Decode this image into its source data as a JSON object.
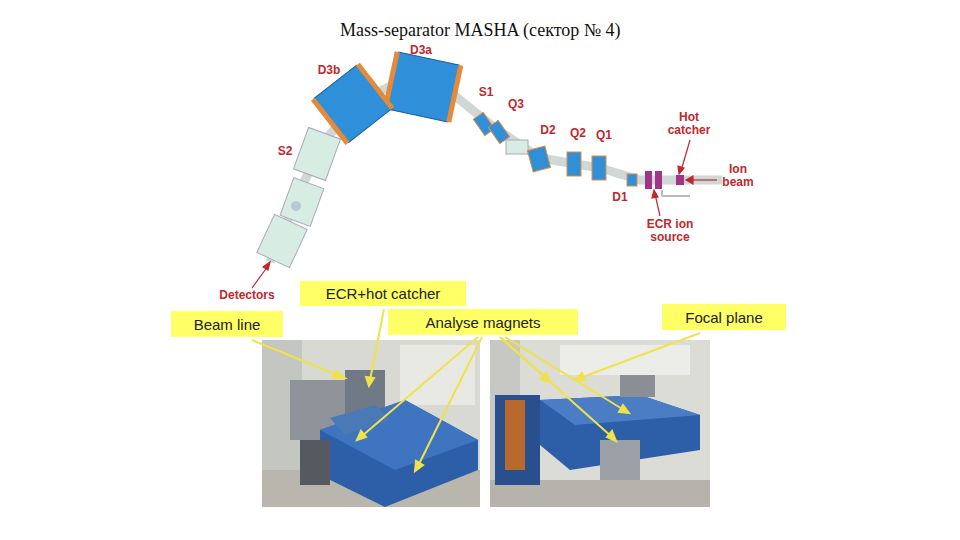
{
  "diagram": {
    "title": "Mass-separator MASHA (сектор № 4)",
    "nodes": [
      {
        "text": [
          "Beam line"
        ]
      },
      {
        "text": [
          "ECR+hot catcher"
        ]
      },
      {
        "text": [
          "Analyse magnets"
        ]
      },
      {
        "text": [
          "Focal plane"
        ]
      }
    ],
    "labels": [
      "D3a",
      "D3b",
      "S1",
      "Q3",
      "D2",
      "Q2",
      "Q1",
      "Hot catcher",
      "Ion beam",
      "D1",
      "ECR ion source",
      "S2",
      "Detectors"
    ]
  }
}
